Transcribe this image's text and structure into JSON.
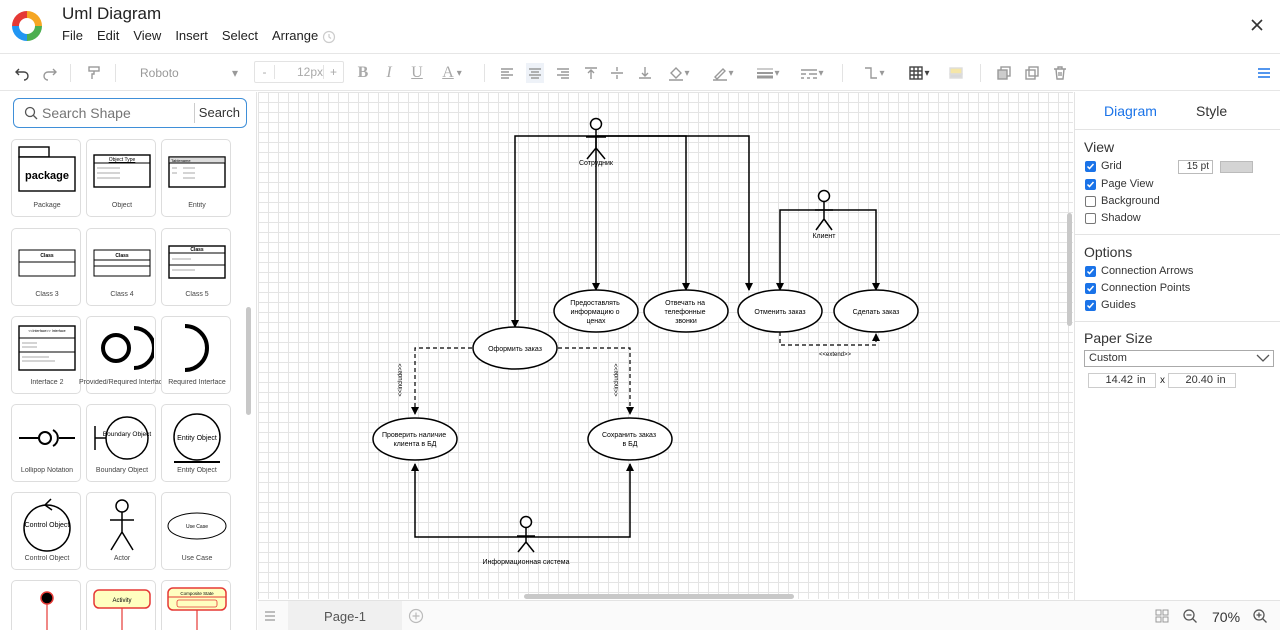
{
  "app": {
    "title": "Uml Diagram",
    "menus": [
      "File",
      "Edit",
      "View",
      "Insert",
      "Select",
      "Arrange"
    ]
  },
  "toolbar": {
    "font_family": "Roboto",
    "font_size": "12px",
    "minus": "-",
    "plus": "+",
    "bold": "B",
    "italic": "I",
    "underline": "U",
    "font_color": "A"
  },
  "shape_panel": {
    "search_placeholder": "Search Shape",
    "search_button": "Search",
    "shapes": [
      {
        "label": "Package",
        "thumb_text": "package"
      },
      {
        "label": "Object",
        "thumb_text": "Object Type"
      },
      {
        "label": "Entity",
        "thumb_text": "Tablename"
      },
      {
        "label": "Class 3",
        "thumb_text": "Class"
      },
      {
        "label": "Class 4",
        "thumb_text": "Class"
      },
      {
        "label": "Class 5",
        "thumb_text": "Class"
      },
      {
        "label": "Interface 2",
        "thumb_text": "<<Interface>> Interface"
      },
      {
        "label": "Provided/Required Interface",
        "thumb_text": ""
      },
      {
        "label": "Required Interface",
        "thumb_text": ""
      },
      {
        "label": "Lollipop Notation",
        "thumb_text": ""
      },
      {
        "label": "Boundary Object",
        "thumb_text": "Boundary Object"
      },
      {
        "label": "Entity Object",
        "thumb_text": "Entity Object"
      },
      {
        "label": "Control Object",
        "thumb_text": "Control Object"
      },
      {
        "label": "Actor",
        "thumb_text": ""
      },
      {
        "label": "Use Case",
        "thumb_text": "Use Case"
      },
      {
        "label": "",
        "thumb_text": ""
      },
      {
        "label": "",
        "thumb_text": "Activity"
      },
      {
        "label": "",
        "thumb_text": "Composite State"
      }
    ]
  },
  "diagram": {
    "actors": [
      "Сотрудник",
      "Клиент",
      "Информационная система"
    ],
    "use_cases": [
      "Предоставлять информацию о ценах",
      "Отвечать на телефонные звонки",
      "Отменить заказ",
      "Сделать заказ",
      "Оформить заказ",
      "Проверить наличие клиента в БД",
      "Сохранить заказ в БД"
    ],
    "relations": [
      "<<include>>",
      "<<include>>",
      "<<extend>>"
    ]
  },
  "right_panel": {
    "tabs": [
      "Diagram",
      "Style"
    ],
    "view_title": "View",
    "view_options": [
      {
        "label": "Grid",
        "checked": true
      },
      {
        "label": "Page View",
        "checked": true
      },
      {
        "label": "Background",
        "checked": false
      },
      {
        "label": "Shadow",
        "checked": false
      }
    ],
    "grid_size": "15 pt",
    "grid_color": "#d4d4d4",
    "options_title": "Options",
    "options": [
      {
        "label": "Connection Arrows",
        "checked": true
      },
      {
        "label": "Connection Points",
        "checked": true
      },
      {
        "label": "Guides",
        "checked": true
      }
    ],
    "paper_title": "Paper Size",
    "paper_size": "Custom",
    "width": "14.42",
    "height": "20.40",
    "unit": "in",
    "x": "x"
  },
  "bottom": {
    "page_tab": "Page-1",
    "zoom": "70%"
  },
  "colors": {
    "accent": "#1a73e8",
    "search_border": "#3f8fd8"
  }
}
